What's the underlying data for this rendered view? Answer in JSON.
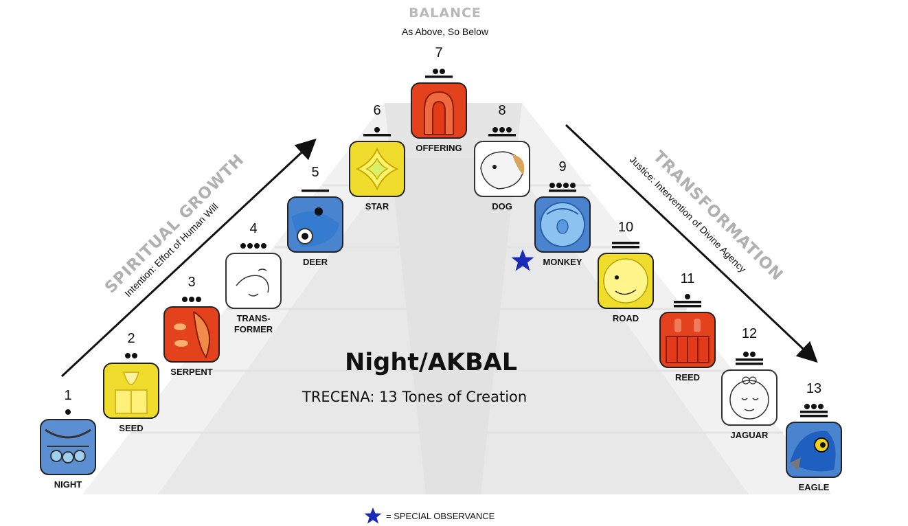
{
  "header": {
    "balance_title": "BALANCE",
    "balance_subtitle": "As Above, So Below"
  },
  "left_diagonal": {
    "title": "SPIRITUAL GROWTH",
    "subtitle": "Intention: Effort of Human Will"
  },
  "right_diagonal": {
    "title": "TRANSFORMATION",
    "subtitle": "Justice: Intervention of Divine Agency"
  },
  "center": {
    "title": "Night/AKBAL",
    "subtitle": "TRECENA: 13 Tones of Creation"
  },
  "legend": {
    "text": "= SPECIAL OBSERVANCE",
    "star_color": "#1a2bb8"
  },
  "tones": [
    {
      "number": "1",
      "label": "NIGHT",
      "dots": 1,
      "bars": 0,
      "color": "#5b8fd1",
      "icon": "night-glyph-icon"
    },
    {
      "number": "2",
      "label": "SEED",
      "dots": 2,
      "bars": 0,
      "color": "#f0dc2c",
      "icon": "seed-glyph-icon"
    },
    {
      "number": "3",
      "label": "SERPENT",
      "dots": 3,
      "bars": 0,
      "color": "#e4421d",
      "icon": "serpent-glyph-icon"
    },
    {
      "number": "4",
      "label": "TRANS-FORMER",
      "dots": 4,
      "bars": 0,
      "color": "#ffffff",
      "icon": "transformer-glyph-icon"
    },
    {
      "number": "5",
      "label": "DEER",
      "dots": 0,
      "bars": 1,
      "color": "#4a84cf",
      "icon": "deer-glyph-icon"
    },
    {
      "number": "6",
      "label": "STAR",
      "dots": 1,
      "bars": 1,
      "color": "#f0dc2c",
      "icon": "star-glyph-icon"
    },
    {
      "number": "7",
      "label": "OFFERING",
      "dots": 2,
      "bars": 1,
      "color": "#e4421d",
      "icon": "offering-glyph-icon"
    },
    {
      "number": "8",
      "label": "DOG",
      "dots": 3,
      "bars": 1,
      "color": "#ffffff",
      "icon": "dog-glyph-icon"
    },
    {
      "number": "9",
      "label": "MONKEY",
      "dots": 4,
      "bars": 1,
      "color": "#4a84cf",
      "icon": "monkey-glyph-icon",
      "special": true
    },
    {
      "number": "10",
      "label": "ROAD",
      "dots": 0,
      "bars": 2,
      "color": "#f0dc2c",
      "icon": "road-glyph-icon"
    },
    {
      "number": "11",
      "label": "REED",
      "dots": 1,
      "bars": 2,
      "color": "#e4421d",
      "icon": "reed-glyph-icon"
    },
    {
      "number": "12",
      "label": "JAGUAR",
      "dots": 2,
      "bars": 2,
      "color": "#ffffff",
      "icon": "jaguar-glyph-icon"
    },
    {
      "number": "13",
      "label": "EAGLE",
      "dots": 3,
      "bars": 2,
      "color": "#4a84cf",
      "icon": "eagle-glyph-icon"
    }
  ]
}
